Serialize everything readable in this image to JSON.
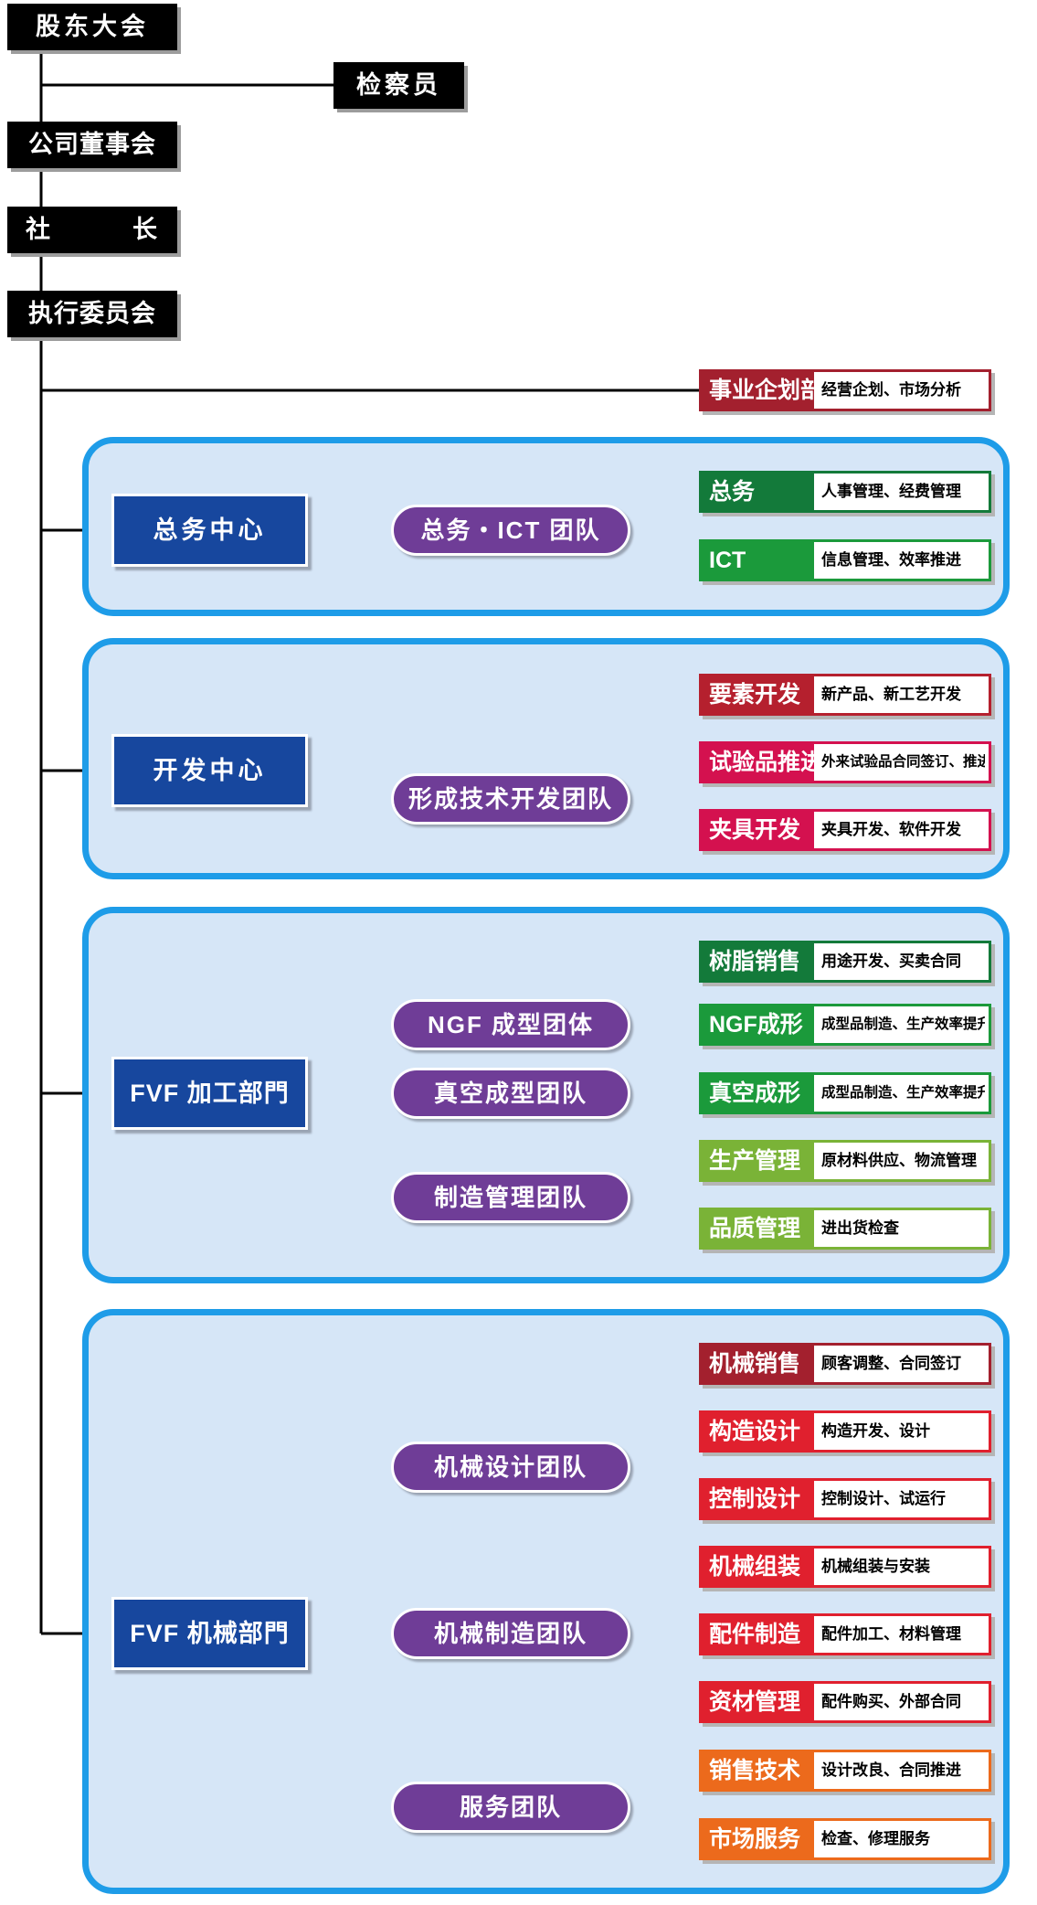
{
  "top": {
    "shareholders": "股东大会",
    "auditor": "检察员",
    "board": "公司董事会",
    "president": "社 长",
    "executive_committee": "执行委员会"
  },
  "planning": {
    "name": "事业企划部",
    "desc": "经营企划、市场分析",
    "color": "#a3202e"
  },
  "general_affairs": {
    "center": "总务中心",
    "team": "总务・ICT 团队",
    "depts": [
      {
        "name": "总务",
        "desc": "人事管理、经费管理",
        "color": "#137a3a"
      },
      {
        "name": "ICT",
        "desc": "信息管理、效率推进",
        "color": "#1b9a3b"
      }
    ]
  },
  "development": {
    "center": "开发中心",
    "direct_dept": {
      "name": "要素开发",
      "desc": "新产品、新工艺开发",
      "color": "#b5202e"
    },
    "team": "形成技术开发团队",
    "depts": [
      {
        "name": "试验品推进",
        "desc": "外来试验品合同签订、推进",
        "color": "#d4114f"
      },
      {
        "name": "夹具开发",
        "desc": "夹具开发、软件开发",
        "color": "#d4114f"
      }
    ]
  },
  "fvf_processing": {
    "center": "FVF 加工部門",
    "direct_dept": {
      "name": "树脂销售",
      "desc": "用途开发、买卖合同",
      "color": "#137a3a"
    },
    "teams": [
      {
        "name": "NGF 成型团体",
        "depts": [
          {
            "name": "NGF成形",
            "desc": "成型品制造、生产效率提升",
            "color": "#1b9a3b"
          }
        ]
      },
      {
        "name": "真空成型团队",
        "depts": [
          {
            "name": "真空成形",
            "desc": "成型品制造、生产效率提升",
            "color": "#1b9a3b"
          }
        ]
      },
      {
        "name": "制造管理团队",
        "depts": [
          {
            "name": "生产管理",
            "desc": "原材料供应、物流管理",
            "color": "#7ab337"
          },
          {
            "name": "品质管理",
            "desc": "进出货检查",
            "color": "#7ab337"
          }
        ]
      }
    ]
  },
  "fvf_machinery": {
    "center": "FVF 机械部門",
    "direct_dept": {
      "name": "机械销售",
      "desc": "顾客调整、合同签订",
      "color": "#a3202e"
    },
    "teams": [
      {
        "name": "机械设计团队",
        "depts": [
          {
            "name": "构造设计",
            "desc": "构造开发、设计",
            "color": "#e0202e"
          },
          {
            "name": "控制设计",
            "desc": "控制设计、试运行",
            "color": "#e0202e"
          }
        ]
      },
      {
        "name": "机械制造团队",
        "depts": [
          {
            "name": "机械组装",
            "desc": "机械组装与安装",
            "color": "#e0202e"
          },
          {
            "name": "配件制造",
            "desc": "配件加工、材料管理",
            "color": "#e0202e"
          },
          {
            "name": "资材管理",
            "desc": "配件购买、外部合同",
            "color": "#e0202e"
          }
        ]
      },
      {
        "name": "服务团队",
        "depts": [
          {
            "name": "销售技术",
            "desc": "设计改良、合同推进",
            "color": "#ec6a1c"
          },
          {
            "name": "市场服务",
            "desc": "检查、修理服务",
            "color": "#ec6a1c"
          }
        ]
      }
    ]
  }
}
